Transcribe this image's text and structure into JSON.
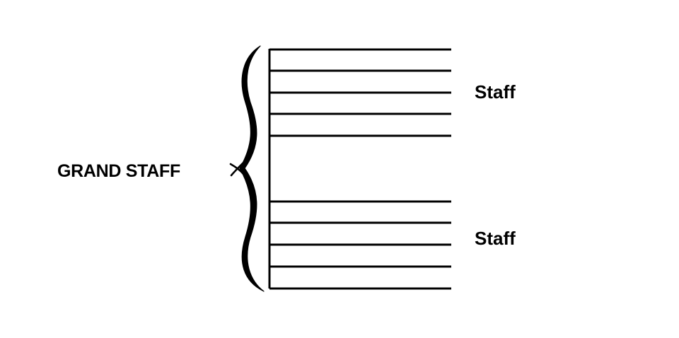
{
  "labels": {
    "grand_staff": "GRAND STAFF",
    "upper_staff": "Staff",
    "lower_staff": "Staff"
  },
  "staffs": [
    {
      "name": "upper",
      "line_count": 5
    },
    {
      "name": "lower",
      "line_count": 5
    }
  ],
  "colors": {
    "ink": "#000000",
    "background": "#ffffff"
  }
}
